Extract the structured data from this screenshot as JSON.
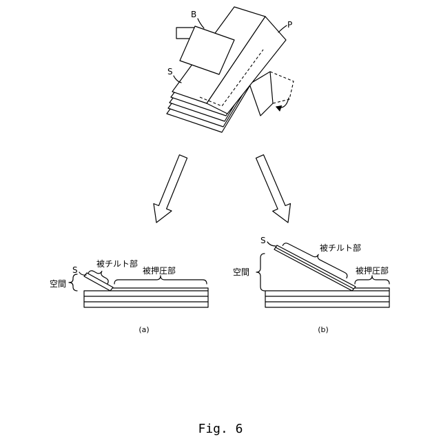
{
  "figure": {
    "top_view": {
      "label_b": "B",
      "label_p": "P",
      "label_s": "S"
    },
    "panel_a": {
      "label_s": "S",
      "tilted_part": "被チルト部",
      "pressed_part": "被押圧部",
      "space": "空間",
      "caption": "(a)"
    },
    "panel_b": {
      "label_s": "S",
      "tilted_part": "被チルト部",
      "pressed_part": "被押圧部",
      "space": "空間",
      "caption": "(b)"
    },
    "caption": "Fig. 6"
  }
}
